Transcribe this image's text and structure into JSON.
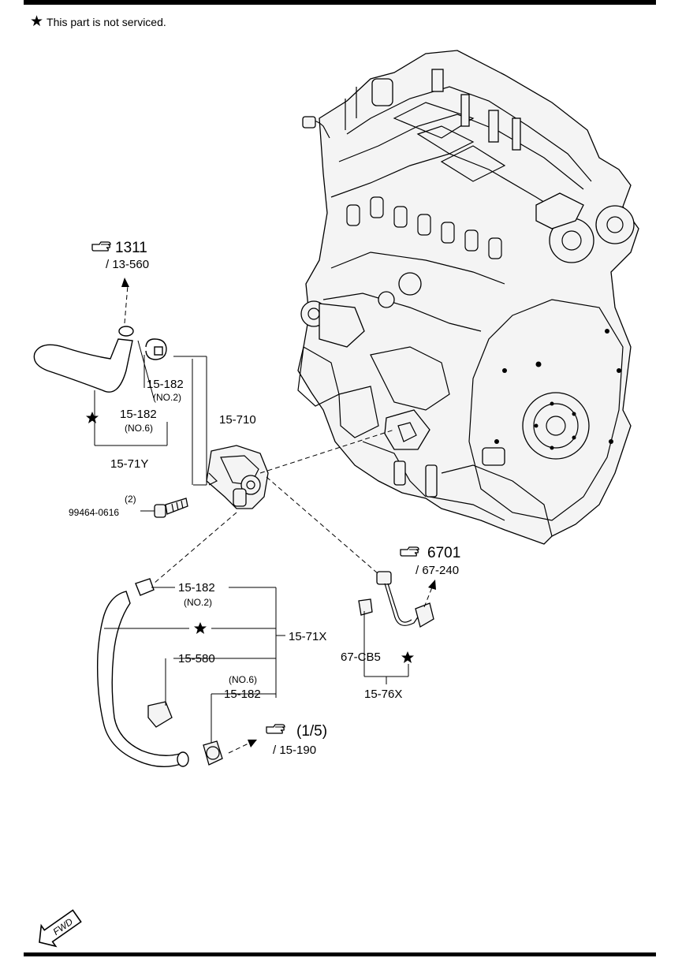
{
  "note": {
    "symbol": "★",
    "text": "This part is not serviced."
  },
  "refs": {
    "r1311": {
      "page": "1311",
      "section": "/ 13-560"
    },
    "r6701": {
      "page": "6701",
      "section": "/ 67-240"
    },
    "r15": {
      "page": "(1/5)",
      "section": "/ 15-190"
    }
  },
  "labels": {
    "p15_182_top": "15-182",
    "p15_182_top_note": "(NO.2)",
    "p15_182_mid": "15-182",
    "p15_182_mid_note": "(NO.6)",
    "p15_71Y": "15-71Y",
    "p15_710": "15-710",
    "bolt_qty": "(2)",
    "bolt_part": "99464-0616",
    "p15_182_low": "15-182",
    "p15_182_low_note": "(NO.2)",
    "p15_71X": "15-71X",
    "p15_580": "15-580",
    "p15_182_bot_note": "(NO.6)",
    "p15_182_bot": "15-182",
    "p67_CB5": "67-CB5",
    "p15_76X": "15-76X",
    "fwd": "FWD"
  },
  "icons": {
    "reference": "pointing-hand-icon",
    "not_serviced": "star-icon",
    "direction": "fwd-arrow-icon"
  }
}
